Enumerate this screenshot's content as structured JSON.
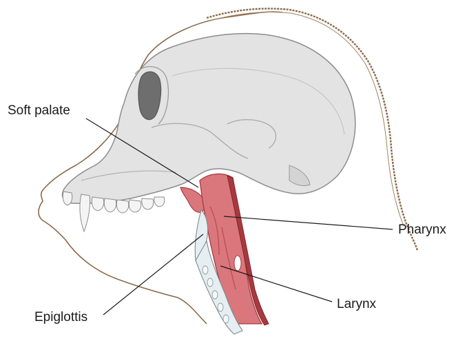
{
  "labels": {
    "soft_palate": "Soft palate",
    "pharynx": "Pharynx",
    "epiglottis": "Epiglottis",
    "larynx": "Larynx"
  },
  "colors": {
    "skull_fill": "#e3e3e3",
    "skull_stroke": "#8c8c8c",
    "skin_outline": "#8a6a4a",
    "hair": "#8a6a4a",
    "pharynx_fill": "#d9777d",
    "pharynx_dark": "#a9393f",
    "epiglottis_fill": "#e6eef2",
    "label_text": "#1a1a1a"
  }
}
